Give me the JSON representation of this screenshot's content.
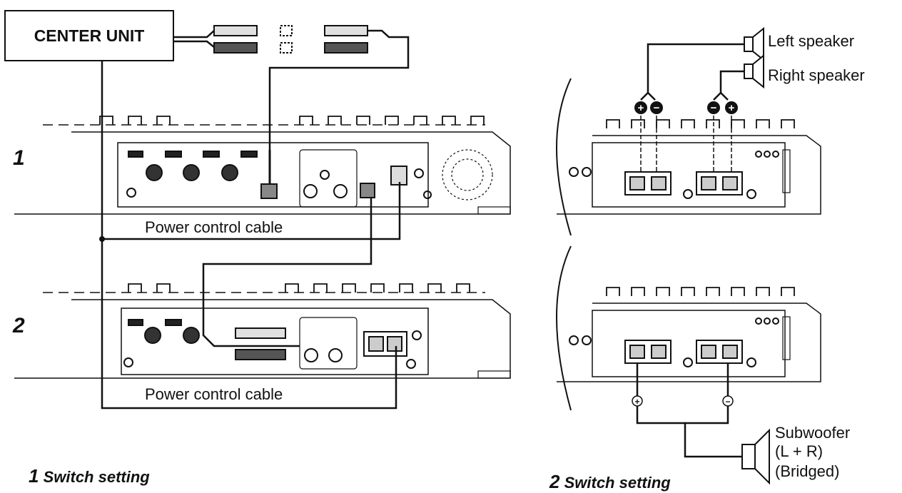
{
  "diagram": {
    "center_unit": "CENTER UNIT",
    "amp_numbers": [
      "1",
      "2"
    ],
    "power_cable_labels": [
      "Power control cable",
      "Power control cable"
    ],
    "speakers": {
      "left": "Left speaker",
      "right": "Right speaker",
      "sub_line1": "Subwoofer",
      "sub_line2": "(L + R)",
      "sub_line3": "(Bridged)"
    },
    "footer": {
      "left_num": "1",
      "left_text": "Switch setting",
      "right_num": "2",
      "right_text": "Switch setting"
    },
    "polarity": [
      "+",
      "−",
      "−",
      "+",
      "+",
      "−"
    ]
  }
}
